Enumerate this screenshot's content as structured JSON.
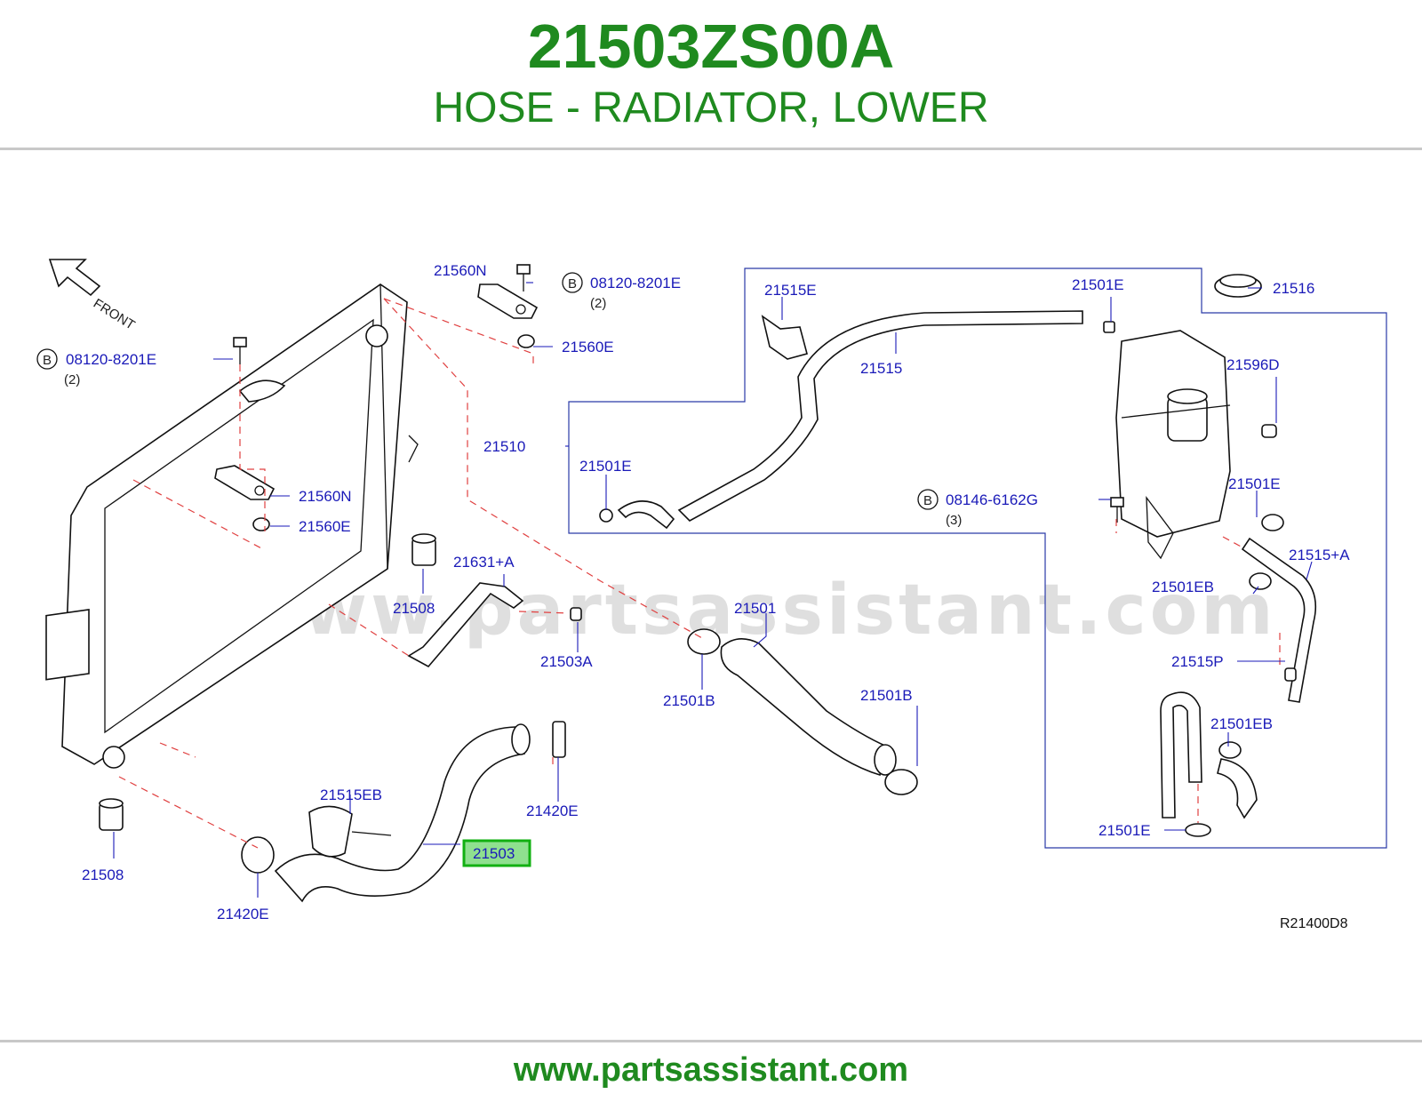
{
  "header": {
    "part_number": "21503ZS00A",
    "part_name": "HOSE - RADIATOR, LOWER"
  },
  "diagram": {
    "front_label": "FRONT",
    "watermark": "www.partsassistant.com",
    "reference_code": "R21400D8",
    "highlighted_part": "21503",
    "bolt_marker": "B",
    "callouts": {
      "c21560N_top": "21560N",
      "c08120_top": "08120-8201E",
      "c08120_top_qty": "(2)",
      "c21560E_top": "21560E",
      "c08120_left": "08120-8201E",
      "c08120_left_qty": "(2)",
      "c21560N_mid": "21560N",
      "c21560E_mid": "21560E",
      "c21515E": "21515E",
      "c21501E_top": "21501E",
      "c21516": "21516",
      "c21515": "21515",
      "c21596D": "21596D",
      "c21510": "21510",
      "c21501E_left": "21501E",
      "c08146": "08146-6162G",
      "c08146_qty": "(3)",
      "c21501E_right": "21501E",
      "c21515A": "21515+A",
      "c21631A": "21631+A",
      "c21508_top": "21508",
      "c21501": "21501",
      "c21501EB_right": "21501EB",
      "c21503A": "21503A",
      "c21515P": "21515P",
      "c21501B_left": "21501B",
      "c21501B_right": "21501B",
      "c21501EB_low": "21501EB",
      "c21515EB": "21515EB",
      "c21420E_right": "21420E",
      "c21501E_bottom": "21501E",
      "c21508_bottom": "21508",
      "c21420E_left": "21420E"
    }
  },
  "footer": {
    "url": "www.partsassistant.com"
  },
  "colors": {
    "brand_green": "#1f8a1f",
    "callout_blue": "#1a1ab8",
    "leader_red": "#e04040",
    "highlight_fill": "#8fe08f",
    "highlight_border": "#12b012"
  }
}
